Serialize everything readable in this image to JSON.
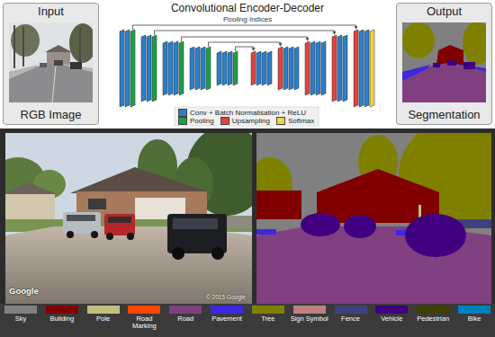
{
  "diagram": {
    "nodes": [
      {
        "text": [
          "Input",
          "RGB Image"
        ]
      },
      {
        "text": [
          "Convolutional Encoder-Decoder"
        ]
      },
      {
        "text": [
          "Output",
          "Segmentation"
        ]
      }
    ],
    "labels": [
      "Pooling Indices",
      "Google",
      "© 2015 Google"
    ],
    "legend": [
      {
        "text": "Conv + Batch Normalisation + ReLU",
        "color": "#2c7fc9"
      },
      {
        "text": "Pooling",
        "color": "#1f9e4a"
      },
      {
        "text": "Upsampling",
        "color": "#e0443e"
      },
      {
        "text": "Softmax",
        "color": "#f0d24a"
      },
      {
        "text": "Sky",
        "color": "#808080"
      },
      {
        "text": "Building",
        "color": "#800000"
      },
      {
        "text": "Pole",
        "color": "#c0c080"
      },
      {
        "text": "Road Marking",
        "color": "#ff4500"
      },
      {
        "text": "Road",
        "color": "#804080"
      },
      {
        "text": "Pavement",
        "color": "#3c28de"
      },
      {
        "text": "Tree",
        "color": "#808000"
      },
      {
        "text": "Sign Symbol",
        "color": "#c08080"
      },
      {
        "text": "Fence",
        "color": "#404080"
      },
      {
        "text": "Vehicle",
        "color": "#400080"
      },
      {
        "text": "Pedestrian",
        "color": "#404000"
      },
      {
        "text": "Bike",
        "color": "#0080c0"
      }
    ]
  }
}
